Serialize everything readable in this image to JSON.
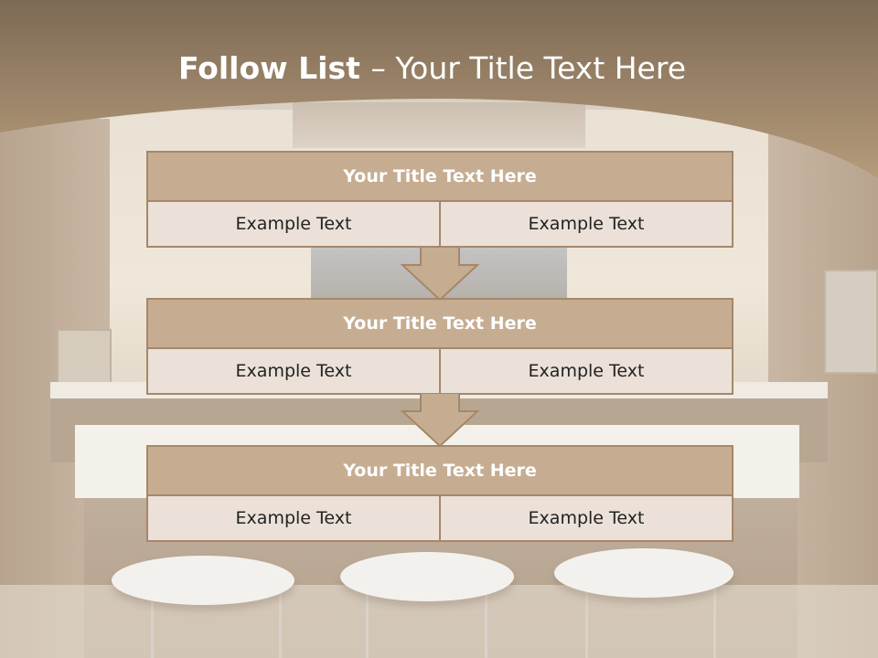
{
  "slide": {
    "title_bold": "Follow List ",
    "title_rest": "– Your Title Text Here"
  },
  "steps": [
    {
      "title": "Your Title Text Here",
      "left": "Example Text",
      "right": "Example Text"
    },
    {
      "title": "Your Title Text Here",
      "left": "Example Text",
      "right": "Example Text"
    },
    {
      "title": "Your Title Text Here",
      "left": "Example Text",
      "right": "Example Text"
    }
  ],
  "colors": {
    "header_band": "#9a8062",
    "box_title": "#c6ad92",
    "box_cell": "#ebe1d8",
    "border": "#a6876a",
    "arrow_fill": "#c6ad92"
  }
}
